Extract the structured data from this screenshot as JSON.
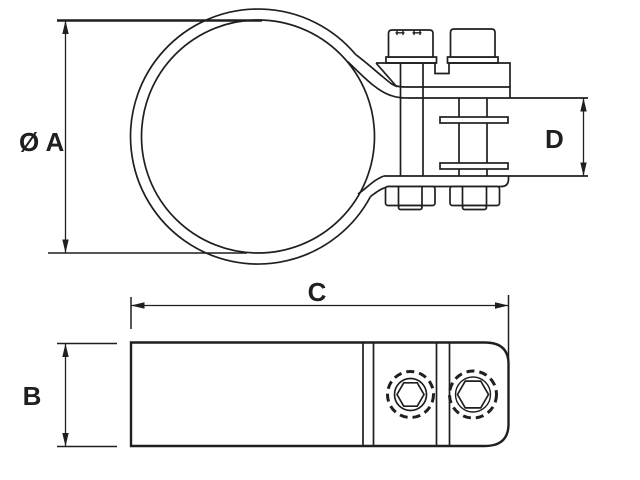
{
  "colors": {
    "ink": "#1f1f1f",
    "background": "#ffffff"
  },
  "drawing": {
    "kind": "technical-drawing-pipe-clamp",
    "views": 2
  },
  "dimension_labels": {
    "diameter_a": "Ø A",
    "height_b": "B",
    "length_c": "C",
    "span_d": "D"
  }
}
